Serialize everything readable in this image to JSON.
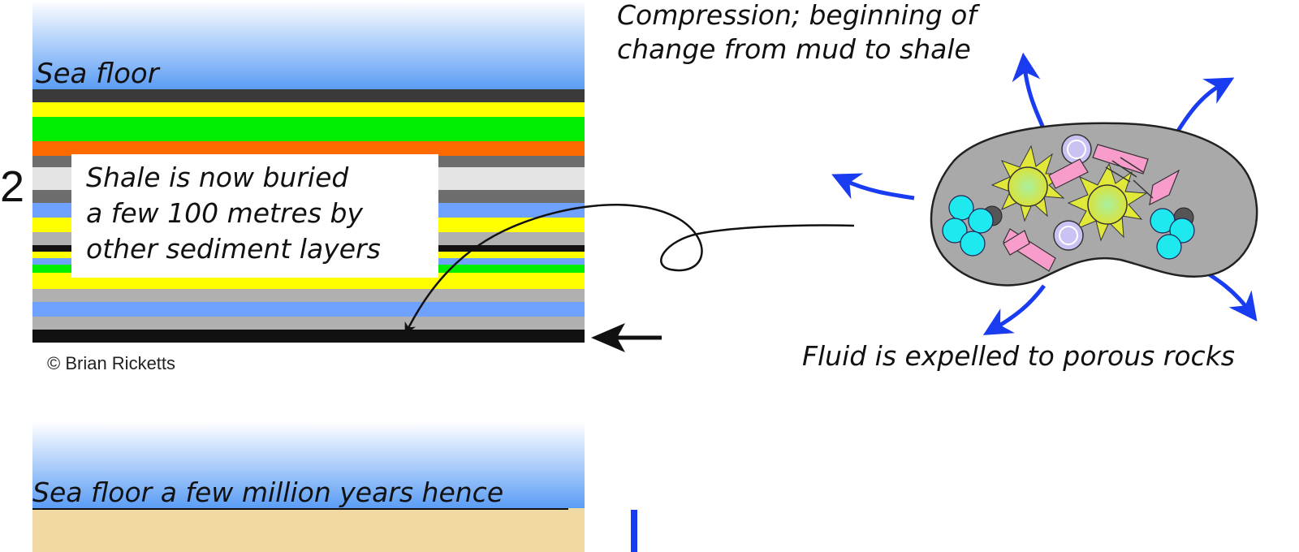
{
  "labels": {
    "sea_floor": "Sea floor",
    "stage_number": "2",
    "shale_note": [
      "Shale is now buried",
      "a few 100 metres by",
      "other sediment layers"
    ],
    "copyright": "© Brian Ricketts",
    "compression": [
      "Compression; beginning of",
      "change from mud to shale"
    ],
    "fluid": "Fluid is expelled to porous rocks",
    "future_sea_floor": "Sea floor a few million years hence"
  },
  "colors": {
    "sea_top": "#ffffff",
    "sea_bottom": "#5b9df5",
    "sand": "#f0d9a2",
    "fluid_arrow": "#1a3cf0",
    "grain_body": "#a9a9a9",
    "pyrite": "#d9e23a",
    "mica": "#f79ccb",
    "quartz": "#1de9ef",
    "lavender": "#c9c2f2",
    "layer_palette": {
      "dark": "#3a3a3a",
      "yellow": "#ffff00",
      "green": "#00ee00",
      "orange": "#ff6a00",
      "light_grey": "#e4e4e4",
      "mid_grey": "#6d6d6d",
      "blue": "#6fa2ff",
      "grey": "#b0b0b0",
      "black": "#111111"
    }
  },
  "icons": {
    "layer_pointer": "left-arrow-icon",
    "fluid_outflow": "curved-arrow-icon"
  }
}
